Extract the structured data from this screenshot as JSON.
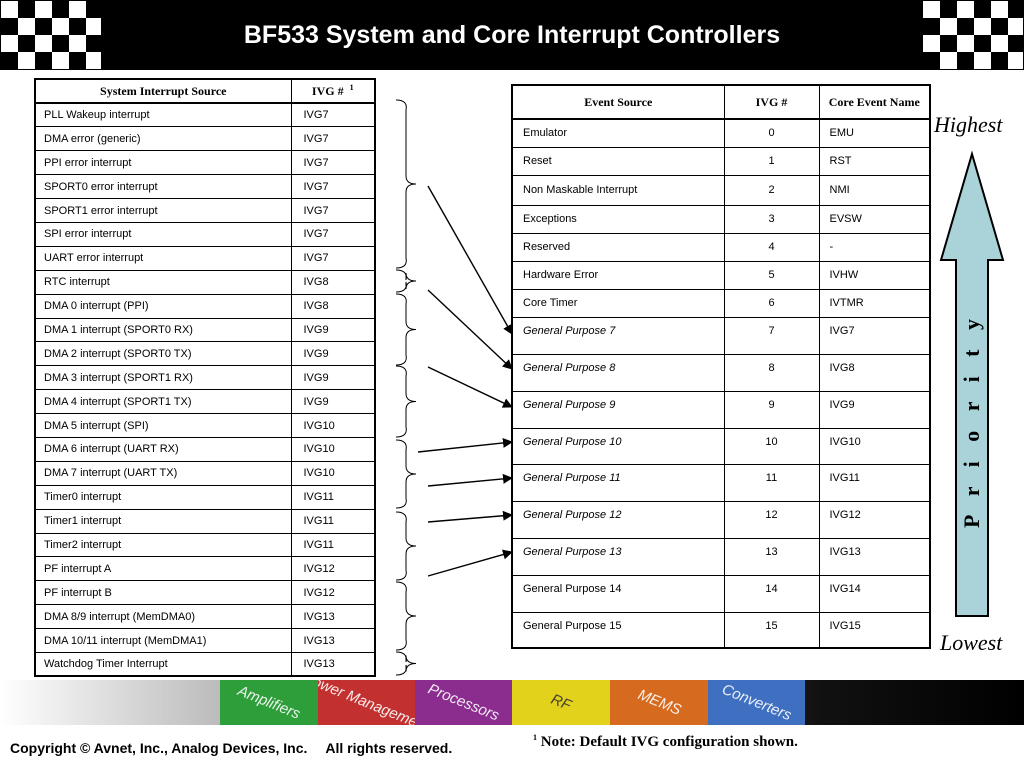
{
  "title": "BF533 System and Core Interrupt Controllers",
  "system_table": {
    "header_source": "System Interrupt Source",
    "header_ivg": "IVG #",
    "header_sup": "1",
    "rows": [
      {
        "source": "PLL Wakeup interrupt",
        "ivg": "IVG7"
      },
      {
        "source": "DMA error (generic)",
        "ivg": "IVG7"
      },
      {
        "source": "PPI error interrupt",
        "ivg": "IVG7"
      },
      {
        "source": "SPORT0 error interrupt",
        "ivg": "IVG7"
      },
      {
        "source": "SPORT1 error interrupt",
        "ivg": "IVG7"
      },
      {
        "source": "SPI error interrupt",
        "ivg": "IVG7"
      },
      {
        "source": "UART error interrupt",
        "ivg": "IVG7"
      },
      {
        "source": "RTC interrupt",
        "ivg": "IVG8"
      },
      {
        "source": "DMA 0 interrupt (PPI)",
        "ivg": "IVG8"
      },
      {
        "source": "DMA 1 interrupt (SPORT0 RX)",
        "ivg": "IVG9"
      },
      {
        "source": "DMA 2 interrupt (SPORT0 TX)",
        "ivg": "IVG9"
      },
      {
        "source": "DMA 3 interrupt (SPORT1 RX)",
        "ivg": "IVG9"
      },
      {
        "source": "DMA 4 interrupt (SPORT1 TX)",
        "ivg": "IVG9"
      },
      {
        "source": "DMA 5 interrupt (SPI)",
        "ivg": "IVG10"
      },
      {
        "source": "DMA 6 interrupt (UART RX)",
        "ivg": "IVG10"
      },
      {
        "source": "DMA 7 interrupt (UART TX)",
        "ivg": "IVG10"
      },
      {
        "source": "Timer0 interrupt",
        "ivg": "IVG11"
      },
      {
        "source": "Timer1 interrupt",
        "ivg": "IVG11"
      },
      {
        "source": "Timer2 interrupt",
        "ivg": "IVG11"
      },
      {
        "source": "PF interrupt A",
        "ivg": "IVG12"
      },
      {
        "source": "PF interrupt B",
        "ivg": "IVG12"
      },
      {
        "source": "DMA 8/9 interrupt (MemDMA0)",
        "ivg": "IVG13"
      },
      {
        "source": "DMA 10/11  interrupt (MemDMA1)",
        "ivg": "IVG13"
      },
      {
        "source": "Watchdog Timer Interrupt",
        "ivg": "IVG13"
      }
    ]
  },
  "core_table": {
    "header_source": "Event Source",
    "header_ivg": "IVG #",
    "header_name": "Core Event Name",
    "rows": [
      {
        "source": "Emulator",
        "ivg": "0",
        "name": "EMU",
        "italic": false
      },
      {
        "source": "Reset",
        "ivg": "1",
        "name": "RST",
        "italic": false
      },
      {
        "source": "Non Maskable Interrupt",
        "ivg": "2",
        "name": "NMI",
        "italic": false
      },
      {
        "source": "Exceptions",
        "ivg": "3",
        "name": "EVSW",
        "italic": false
      },
      {
        "source": "Reserved",
        "ivg": "4",
        "name": "-",
        "italic": false
      },
      {
        "source": "Hardware Error",
        "ivg": "5",
        "name": "IVHW",
        "italic": false
      },
      {
        "source": "Core Timer",
        "ivg": "6",
        "name": "IVTMR",
        "italic": false
      },
      {
        "source": "General Purpose 7",
        "ivg": "7",
        "name": "IVG7",
        "italic": true
      },
      {
        "source": "General Purpose 8",
        "ivg": "8",
        "name": "IVG8",
        "italic": true
      },
      {
        "source": "General Purpose 9",
        "ivg": "9",
        "name": "IVG9",
        "italic": true
      },
      {
        "source": "General Purpose 10",
        "ivg": "10",
        "name": "IVG10",
        "italic": true
      },
      {
        "source": "General Purpose 11",
        "ivg": "11",
        "name": "IVG11",
        "italic": true
      },
      {
        "source": "General Purpose 12",
        "ivg": "12",
        "name": "IVG12",
        "italic": true
      },
      {
        "source": "General Purpose 13",
        "ivg": "13",
        "name": "IVG13",
        "italic": true
      },
      {
        "source": "General Purpose 14",
        "ivg": "14",
        "name": "IVG14",
        "italic": false
      },
      {
        "source": "General Purpose 15",
        "ivg": "15",
        "name": "IVG15",
        "italic": false
      }
    ]
  },
  "priority": {
    "highest": "Highest",
    "lowest": "Lowest",
    "label": "P r i o r i t y",
    "arrow_color": "#a9d3d9"
  },
  "banner_tiles": [
    "Amplifiers",
    "Power Management",
    "Processors",
    "RF",
    "MEMS",
    "Converters"
  ],
  "footer": {
    "copyright": "Copyright © Avnet, Inc., Analog Devices, Inc.",
    "rights": "All rights reserved.",
    "note_sup": "1",
    "note": "Note: Default IVG configuration shown."
  }
}
